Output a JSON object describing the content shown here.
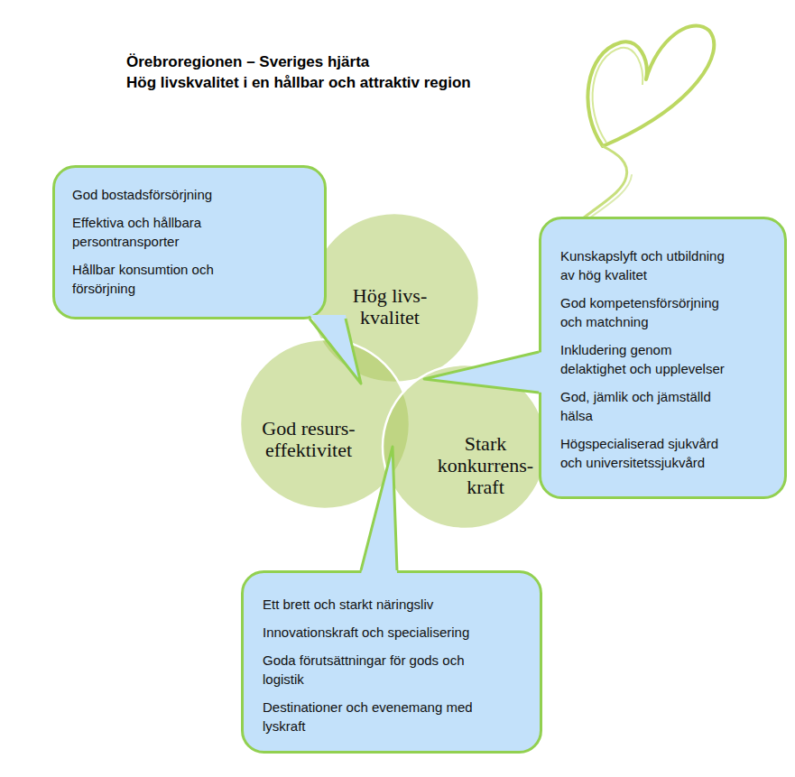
{
  "diagram": {
    "title": "Örebroregionen – Sveriges hjärta",
    "nodes": [
      {
        "text": [
          "Hög livs- kvalitet"
        ]
      },
      {
        "text": [
          "God resurs- effektivitet"
        ]
      },
      {
        "text": [
          "Stark konkurrens- kraft"
        ]
      },
      {
        "text": [
          "God bostadsförsörjning",
          "Effektiva och hållbara persontransporter",
          "Hållbar konsumtion och försörjning"
        ]
      },
      {
        "text": [
          "Kunskapslyft och utbildning av hög kvalitet",
          "God kompetensförsörjning och matchning",
          "Inkludering genom delaktighet och upplevelser",
          "God, jämlik och jämställd hälsa",
          "Högspecialiserad sjukvård och universitetssjukvård"
        ]
      },
      {
        "text": [
          "Ett brett och starkt näringsliv",
          "Innovationskraft och specialisering",
          "Goda förutsättningar för gods och logistik",
          "Destinationer och evenemang med lyskraft"
        ]
      }
    ],
    "labels": [
      "Hög livskvalitet i en hållbar och attraktiv region"
    ]
  }
}
